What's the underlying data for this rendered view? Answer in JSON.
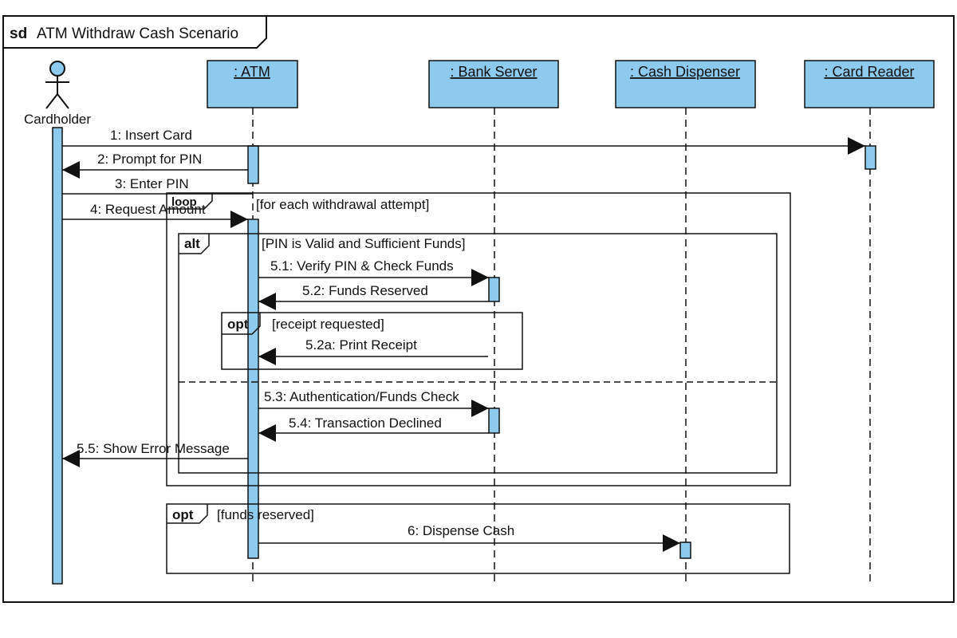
{
  "diagram": {
    "frame_keyword": "sd",
    "title": "ATM Withdraw Cash Scenario",
    "actor": {
      "name": "Cardholder"
    },
    "lifelines": [
      {
        "id": "atm",
        "label": ": ATM"
      },
      {
        "id": "bank",
        "label": ": Bank Server"
      },
      {
        "id": "dispenser",
        "label": ": Cash Dispenser"
      },
      {
        "id": "reader",
        "label": ": Card Reader"
      }
    ],
    "messages": [
      {
        "id": "m1",
        "label": "1: Insert Card",
        "from": "cardholder",
        "to": "reader"
      },
      {
        "id": "m2",
        "label": "2: Prompt for PIN",
        "from": "atm",
        "to": "cardholder"
      },
      {
        "id": "m3",
        "label": "3: Enter PIN",
        "from": "cardholder",
        "to": "atm"
      },
      {
        "id": "m4",
        "label": "4: Request Amount",
        "from": "cardholder",
        "to": "atm"
      },
      {
        "id": "m51",
        "label": "5.1: Verify PIN & Check Funds",
        "from": "atm",
        "to": "bank"
      },
      {
        "id": "m52",
        "label": "5.2: Funds Reserved",
        "from": "bank",
        "to": "atm"
      },
      {
        "id": "m52a",
        "label": "5.2a: Print Receipt",
        "from": "bank",
        "to": "atm"
      },
      {
        "id": "m53",
        "label": "5.3: Authentication/Funds Check",
        "from": "atm",
        "to": "bank"
      },
      {
        "id": "m54",
        "label": "5.4: Transaction Declined",
        "from": "bank",
        "to": "atm"
      },
      {
        "id": "m55",
        "label": "5.5: Show Error Message",
        "from": "atm",
        "to": "cardholder"
      },
      {
        "id": "m6",
        "label": "6: Dispense Cash",
        "from": "atm",
        "to": "dispenser"
      }
    ],
    "fragments": {
      "loop": {
        "operator": "loop",
        "guard": "[for each withdrawal attempt]"
      },
      "alt": {
        "operator": "alt",
        "guard": "[PIN is Valid and Sufficient Funds]"
      },
      "opt_receipt": {
        "operator": "opt",
        "guard": "[receipt requested]"
      },
      "opt_funds": {
        "operator": "opt",
        "guard": "[funds reserved]"
      }
    },
    "colors": {
      "lifeline_fill": "#8ec9ee",
      "activation_fill": "#8ec9ee",
      "line": "#111111"
    }
  }
}
